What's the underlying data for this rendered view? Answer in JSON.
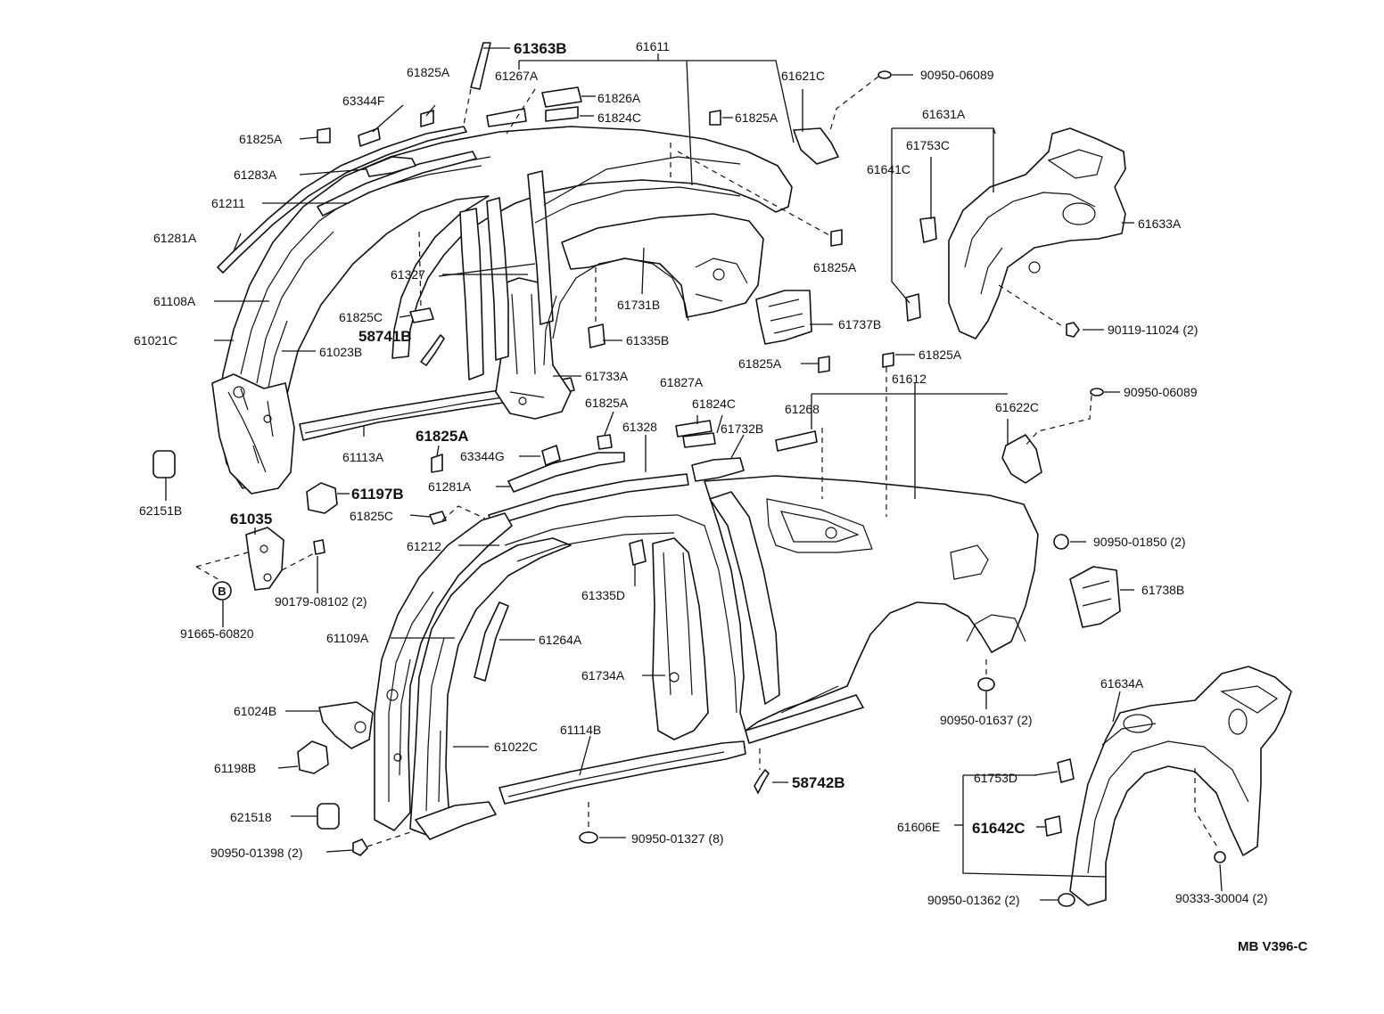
{
  "labels": {
    "p61363B": "61363B",
    "p61611": "61611",
    "p61825A_top": "61825A",
    "p61267A": "61267A",
    "p61621C": "61621C",
    "p90950_06089_top": "90950-06089",
    "p63344F": "63344F",
    "p61826A": "61826A",
    "p61824C_top": "61824C",
    "p61825A_left": "61825A",
    "p61825A_mid": "61825A",
    "p61631A": "61631A",
    "p61753C": "61753C",
    "p61283A": "61283A",
    "p61641C": "61641C",
    "p61211": "61211",
    "p61633A": "61633A",
    "p61281A_top": "61281A",
    "p61825A_right": "61825A",
    "p61327": "61327",
    "p61108A": "61108A",
    "p61731B": "61731B",
    "p61825C_top": "61825C",
    "p61737B": "61737B",
    "p90119_11024": "90119-11024 (2)",
    "p58741B": "58741B",
    "p61335B": "61335B",
    "p61021C": "61021C",
    "p61023B": "61023B",
    "p61825A_mid2": "61825A",
    "p61825A_mid3": "61825A",
    "p61612": "61612",
    "p61733A": "61733A",
    "p61827A": "61827A",
    "p90950_06089_mid": "90950-06089",
    "p61825A_low": "61825A",
    "p61824C_low": "61824C",
    "p61268": "61268",
    "p61622C": "61622C",
    "p61328": "61328",
    "p61732B": "61732B",
    "p61113A": "61113A",
    "p61825A_big": "61825A",
    "p63344G": "63344G",
    "p62151B_top": "62151B",
    "p61281A_low": "61281A",
    "p61197B": "61197B",
    "p61035": "61035",
    "p61825C_low": "61825C",
    "p90950_01850": "90950-01850 (2)",
    "p61212": "61212",
    "p61738B": "61738B",
    "p61335D": "61335D",
    "p90179_08102": "90179-08102 (2)",
    "p91665_60820": "91665-60820",
    "p61109A": "61109A",
    "p61264A": "61264A",
    "p61734A": "61734A",
    "p61634A": "61634A",
    "p61024B": "61024B",
    "p90950_01637": "90950-01637 (2)",
    "p61114B": "61114B",
    "p61022C": "61022C",
    "p61198B": "61198B",
    "p61753D": "61753D",
    "p58742B": "58742B",
    "p62151B_low": "621518",
    "p61606E": "61606E",
    "p61642C": "61642C",
    "p90950_01327": "90950-01327 (8)",
    "p90950_01398": "90950-01398 (2)",
    "p90950_01362": "90950-01362 (2)",
    "p90333_30004": "90333-30004 (2)",
    "code": "MB  V396-C",
    "bolt_mark": "B"
  }
}
